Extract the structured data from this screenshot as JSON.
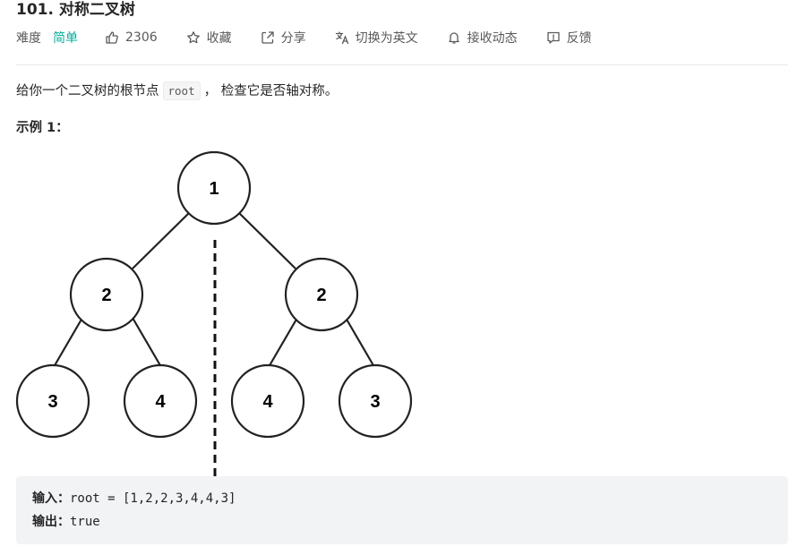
{
  "problem": {
    "title": "101. 对称二叉树"
  },
  "toolbar": {
    "difficulty_label": "难度",
    "difficulty_value": "简单",
    "likes": "2306",
    "favorite": "收藏",
    "share": "分享",
    "switch_language": "切换为英文",
    "notifications": "接收动态",
    "feedback": "反馈"
  },
  "description": {
    "before": "给你一个二叉树的根节点",
    "code": "root",
    "after": "， 检查它是否轴对称。"
  },
  "example": {
    "heading": "示例 1：",
    "input_label": "输入：",
    "input_value": "root = [1,2,2,3,4,4,3]",
    "output_label": "输出：",
    "output_value": "true"
  },
  "tree": {
    "nodes": [
      "1",
      "2",
      "2",
      "3",
      "4",
      "4",
      "3"
    ]
  },
  "colors": {
    "easy": "#00af9b",
    "text": "#262626",
    "muted": "#595959",
    "example_bg": "#f2f3f5"
  },
  "icons": [
    "thumbs-up-icon",
    "star-icon",
    "share-icon",
    "translate-icon",
    "bell-icon",
    "feedback-icon"
  ]
}
